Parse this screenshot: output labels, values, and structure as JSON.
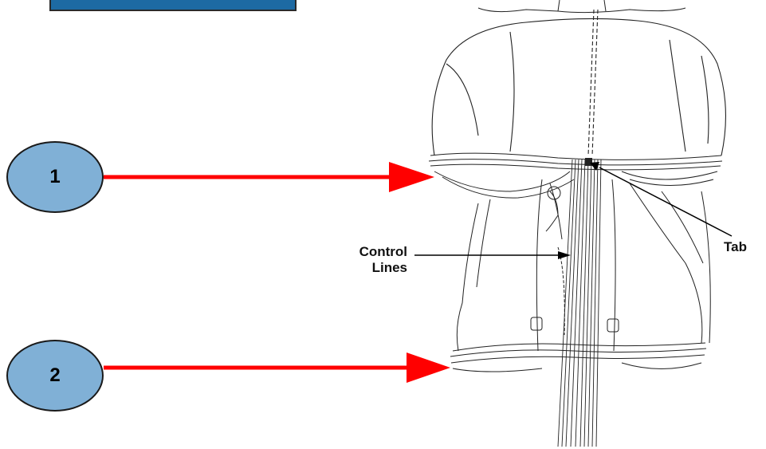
{
  "markers": [
    {
      "number": "1"
    },
    {
      "number": "2"
    }
  ],
  "labels": {
    "control_lines_line1": "Control",
    "control_lines_line2": "Lines",
    "tab": "Tab"
  },
  "colors": {
    "marker_fill": "#80b0d6",
    "arrow": "#ff0000",
    "title_box": "#1d6aa3"
  }
}
